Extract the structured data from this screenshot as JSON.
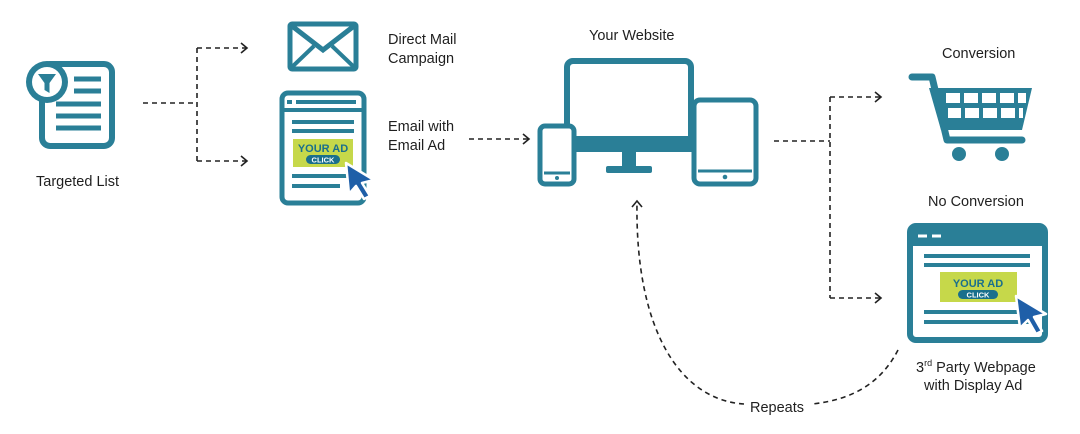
{
  "colors": {
    "primary": "#2a7f97",
    "ad_green": "#c6d84a",
    "cursor_blue": "#1f5fa8",
    "arrow": "#222222"
  },
  "nodes": {
    "targeted_list": {
      "label": "Targeted List",
      "icon": "filter-list-icon"
    },
    "direct_mail": {
      "label_line1": "Direct Mail",
      "label_line2": "Campaign",
      "icon": "envelope-icon"
    },
    "email_ad": {
      "label_line1": "Email with",
      "label_line2": "Email Ad",
      "icon": "email-ad-icon",
      "ad_text": "YOUR AD",
      "ad_click": "CLICK"
    },
    "website": {
      "label": "Your Website",
      "icon": "devices-icon"
    },
    "conversion": {
      "label": "Conversion",
      "icon": "shopping-cart-icon"
    },
    "no_conversion": {
      "label": "No Conversion"
    },
    "third_party": {
      "label_prefix": "3",
      "label_sup": "rd",
      "label_rest": " Party Webpage",
      "label_line2": "with Display Ad",
      "icon": "display-ad-webpage-icon",
      "ad_text": "YOUR AD",
      "ad_click": "CLICK"
    },
    "repeats": {
      "label": "Repeats"
    }
  }
}
